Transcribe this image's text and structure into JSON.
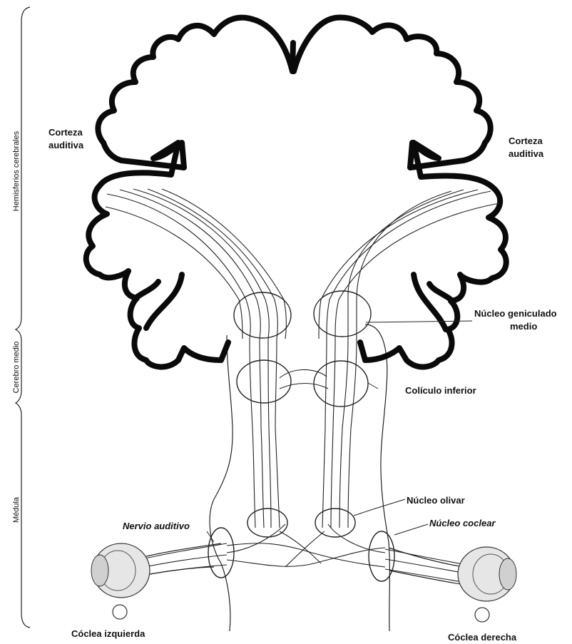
{
  "labels": {
    "cortex_left": [
      "Corteza",
      "auditiva"
    ],
    "cortex_right": [
      "Corteza",
      "auditiva"
    ],
    "geniculate": [
      "Núcleo geniculado",
      "medio"
    ],
    "colliculus": "Colículo inferior",
    "olivary": "Núcleo olivar",
    "cochlear_nucleus": "Núcleo coclear",
    "auditory_nerve": "Nervio auditivo",
    "cochlea_left": "Cóclea izquierda",
    "cochlea_right": "Cóclea derecha"
  },
  "side_labels": {
    "hemispheres": "Hemisferios cerebrales",
    "midbrain": "Cerebro medio",
    "medulla": "Médula"
  }
}
